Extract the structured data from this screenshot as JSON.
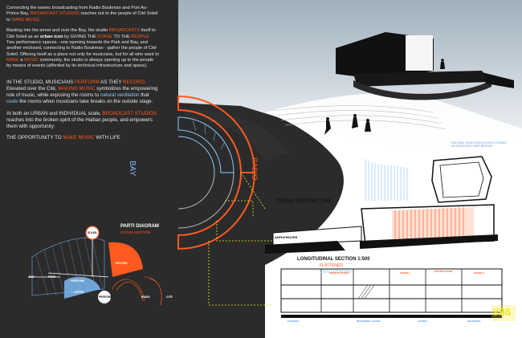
{
  "intro": {
    "p1": {
      "a": "Connecting the waves broadcasting from Radio Boukman and Port-Au-Prince Bay,",
      "b": "BROADCAST STUDIOS",
      "c": "reaches out to the people of Cité Soleil to",
      "d": "MAKE MUSIC."
    },
    "p2": {
      "a": "Blasting into the street and over the Bay, the studio",
      "b": "BROADCASTS",
      "c": "itself to Cité Soleil as an",
      "d": "urban icon",
      "e": "by GIVING THE",
      "f": "STAGE",
      "g": "TO THE",
      "h": "PEOPLE.",
      "i": "Two performance spaces - one opening towards the Park and Bay, and another enclosed, connecting to Radio Boukman - gather the people of Cité Soleil.  Offering itself as a place not only for musicians, but for all who want to",
      "j": "MAKE",
      "k": "a",
      "l": "MUSIC",
      "m": "community, the studio is always opening up to the people by means of events (afforded by its technical infrastructure and space)."
    },
    "p3": {
      "a": "IN THE STUDIO, MUSICIANS",
      "b": "PERFORM",
      "c": "AS THEY",
      "d": "RECORD.",
      "e": "Elevated over the Cité,",
      "f": "MAKING MUSIC",
      "g": "symbolizes the empowering role of music, while exposing the rooms to",
      "h": "natural ventilation",
      "i": "that",
      "j": "cools",
      "k": "the rooms when musicians take breaks on the outside stage."
    },
    "p4": {
      "a": "At both an URBAN and INDIVIDUAL scale,",
      "b": "BROADCAST STUDIOS",
      "c": "reaches into the broken spirit of the Haitian people, and empowers them with opportunity:"
    },
    "p5": {
      "a": "THE OPPORTUNITY TO",
      "b": "MAKE MUSIC",
      "c": "WITH LIFE"
    }
  },
  "diagram": {
    "bay": "BAY",
    "radio": "RADIO",
    "parti_title": "PARTI DIAGRAM",
    "parti_sub": "CROSS SECTION",
    "soleil": "SOLEIL",
    "record": "RECORD",
    "bay_small": "BAY",
    "park": "PARK",
    "perform_small": "PERFORM",
    "listen": "LISTEN",
    "perform": "PERFORM",
    "radio_small": "RADIO",
    "cite": "CITÉ"
  },
  "sections": {
    "note": "NATURAL VENTILATION COOLS ROOMS AS MUSICIANS TAKE BREAKS",
    "cross": "CROSS SECTION 1:200",
    "amphitheater": "AMPHITHEATER",
    "long": "LONGITUDINAL SECTION 1:500",
    "flattened": "FLATTENED",
    "view": "VIEW FROM BAY",
    "rooms_top": [
      "PRIVATE LOUNGE",
      "SOUND A",
      "CONTROL ROOM",
      "SOUND B"
    ],
    "rooms_bottom": [
      "EXTERNAL",
      "RECORDING LOUNGE",
      "LOUNGE",
      "RECEPTION"
    ]
  },
  "page_number": "Y86",
  "colors": {
    "dark": "#2b2b2b",
    "orange": "#ff5a1f",
    "blue": "#7bb8f2",
    "yellow": "#f2e61c"
  }
}
